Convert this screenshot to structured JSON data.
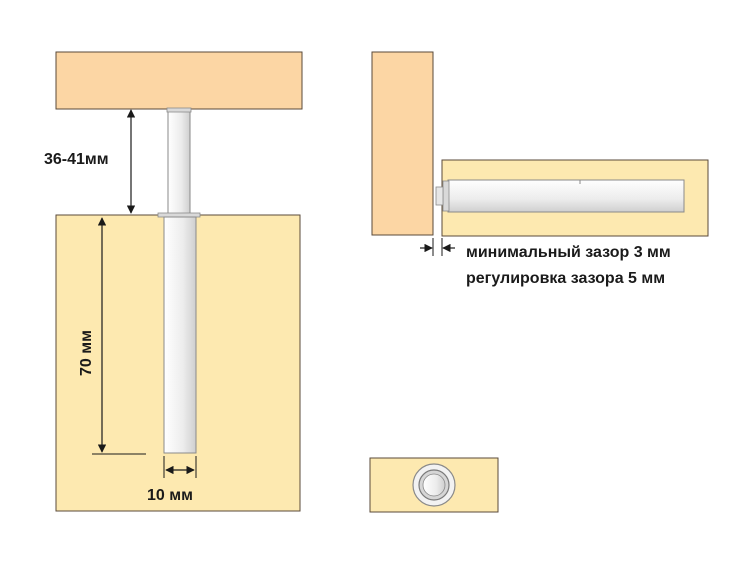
{
  "labels": {
    "stroke_length": "36-41мм",
    "drill_depth": "70 мм",
    "drill_diameter": "10 мм",
    "min_gap": "минимальный зазор 3 мм",
    "gap_adjust": "регулировка зазора 5 мм"
  },
  "colors": {
    "board_top": "#fcd6a4",
    "board_light": "#fde9b0",
    "board_stroke": "#5a4a3a",
    "metal": "#ececec",
    "metal_stroke": "#8a8a8a",
    "dimension": "#1a1a1a"
  }
}
